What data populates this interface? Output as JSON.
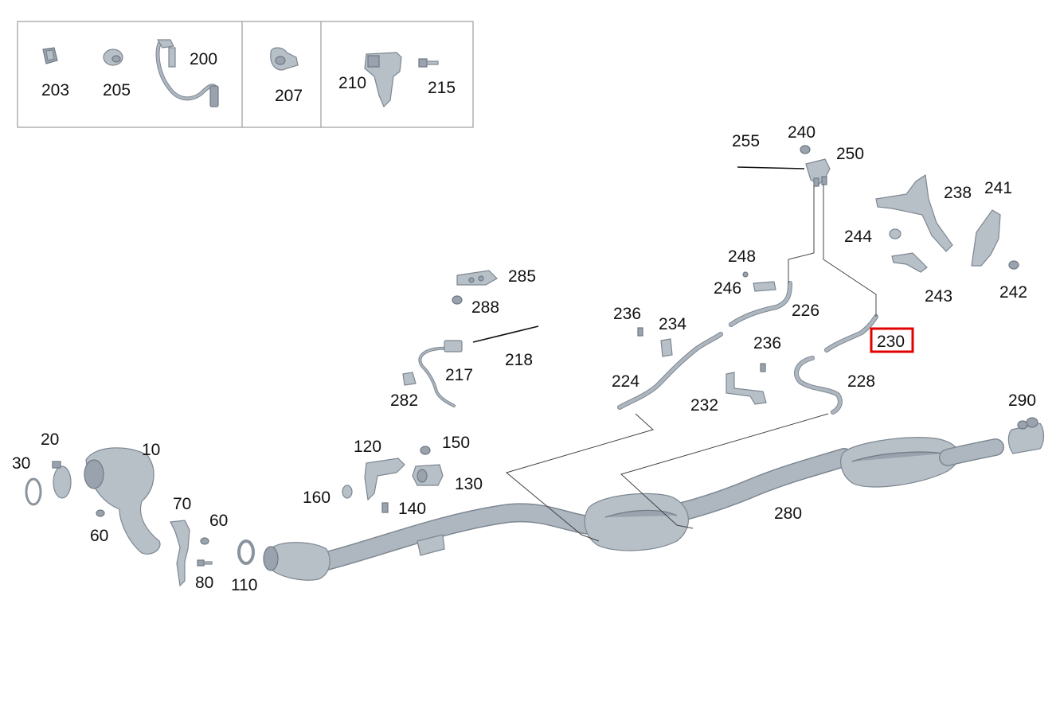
{
  "highlight_color": "#e00000",
  "callouts": {
    "c203": "203",
    "c205": "205",
    "c200": "200",
    "c207": "207",
    "c210": "210",
    "c215": "215",
    "c255": "255",
    "c240": "240",
    "c250": "250",
    "c238": "238",
    "c241": "241",
    "c244": "244",
    "c243": "243",
    "c242": "242",
    "c248": "248",
    "c246": "246",
    "c226": "226",
    "c285": "285",
    "c288": "288",
    "c236a": "236",
    "c234": "234",
    "c230": "230",
    "c236b": "236",
    "c218": "218",
    "c217": "217",
    "c224": "224",
    "c228": "228",
    "c282": "282",
    "c232": "232",
    "c290": "290",
    "c20": "20",
    "c10": "10",
    "c30": "30",
    "c120": "120",
    "c150": "150",
    "c130": "130",
    "c160": "160",
    "c140": "140",
    "c70": "70",
    "c60a": "60",
    "c60b": "60",
    "c280": "280",
    "c80": "80",
    "c110": "110"
  }
}
